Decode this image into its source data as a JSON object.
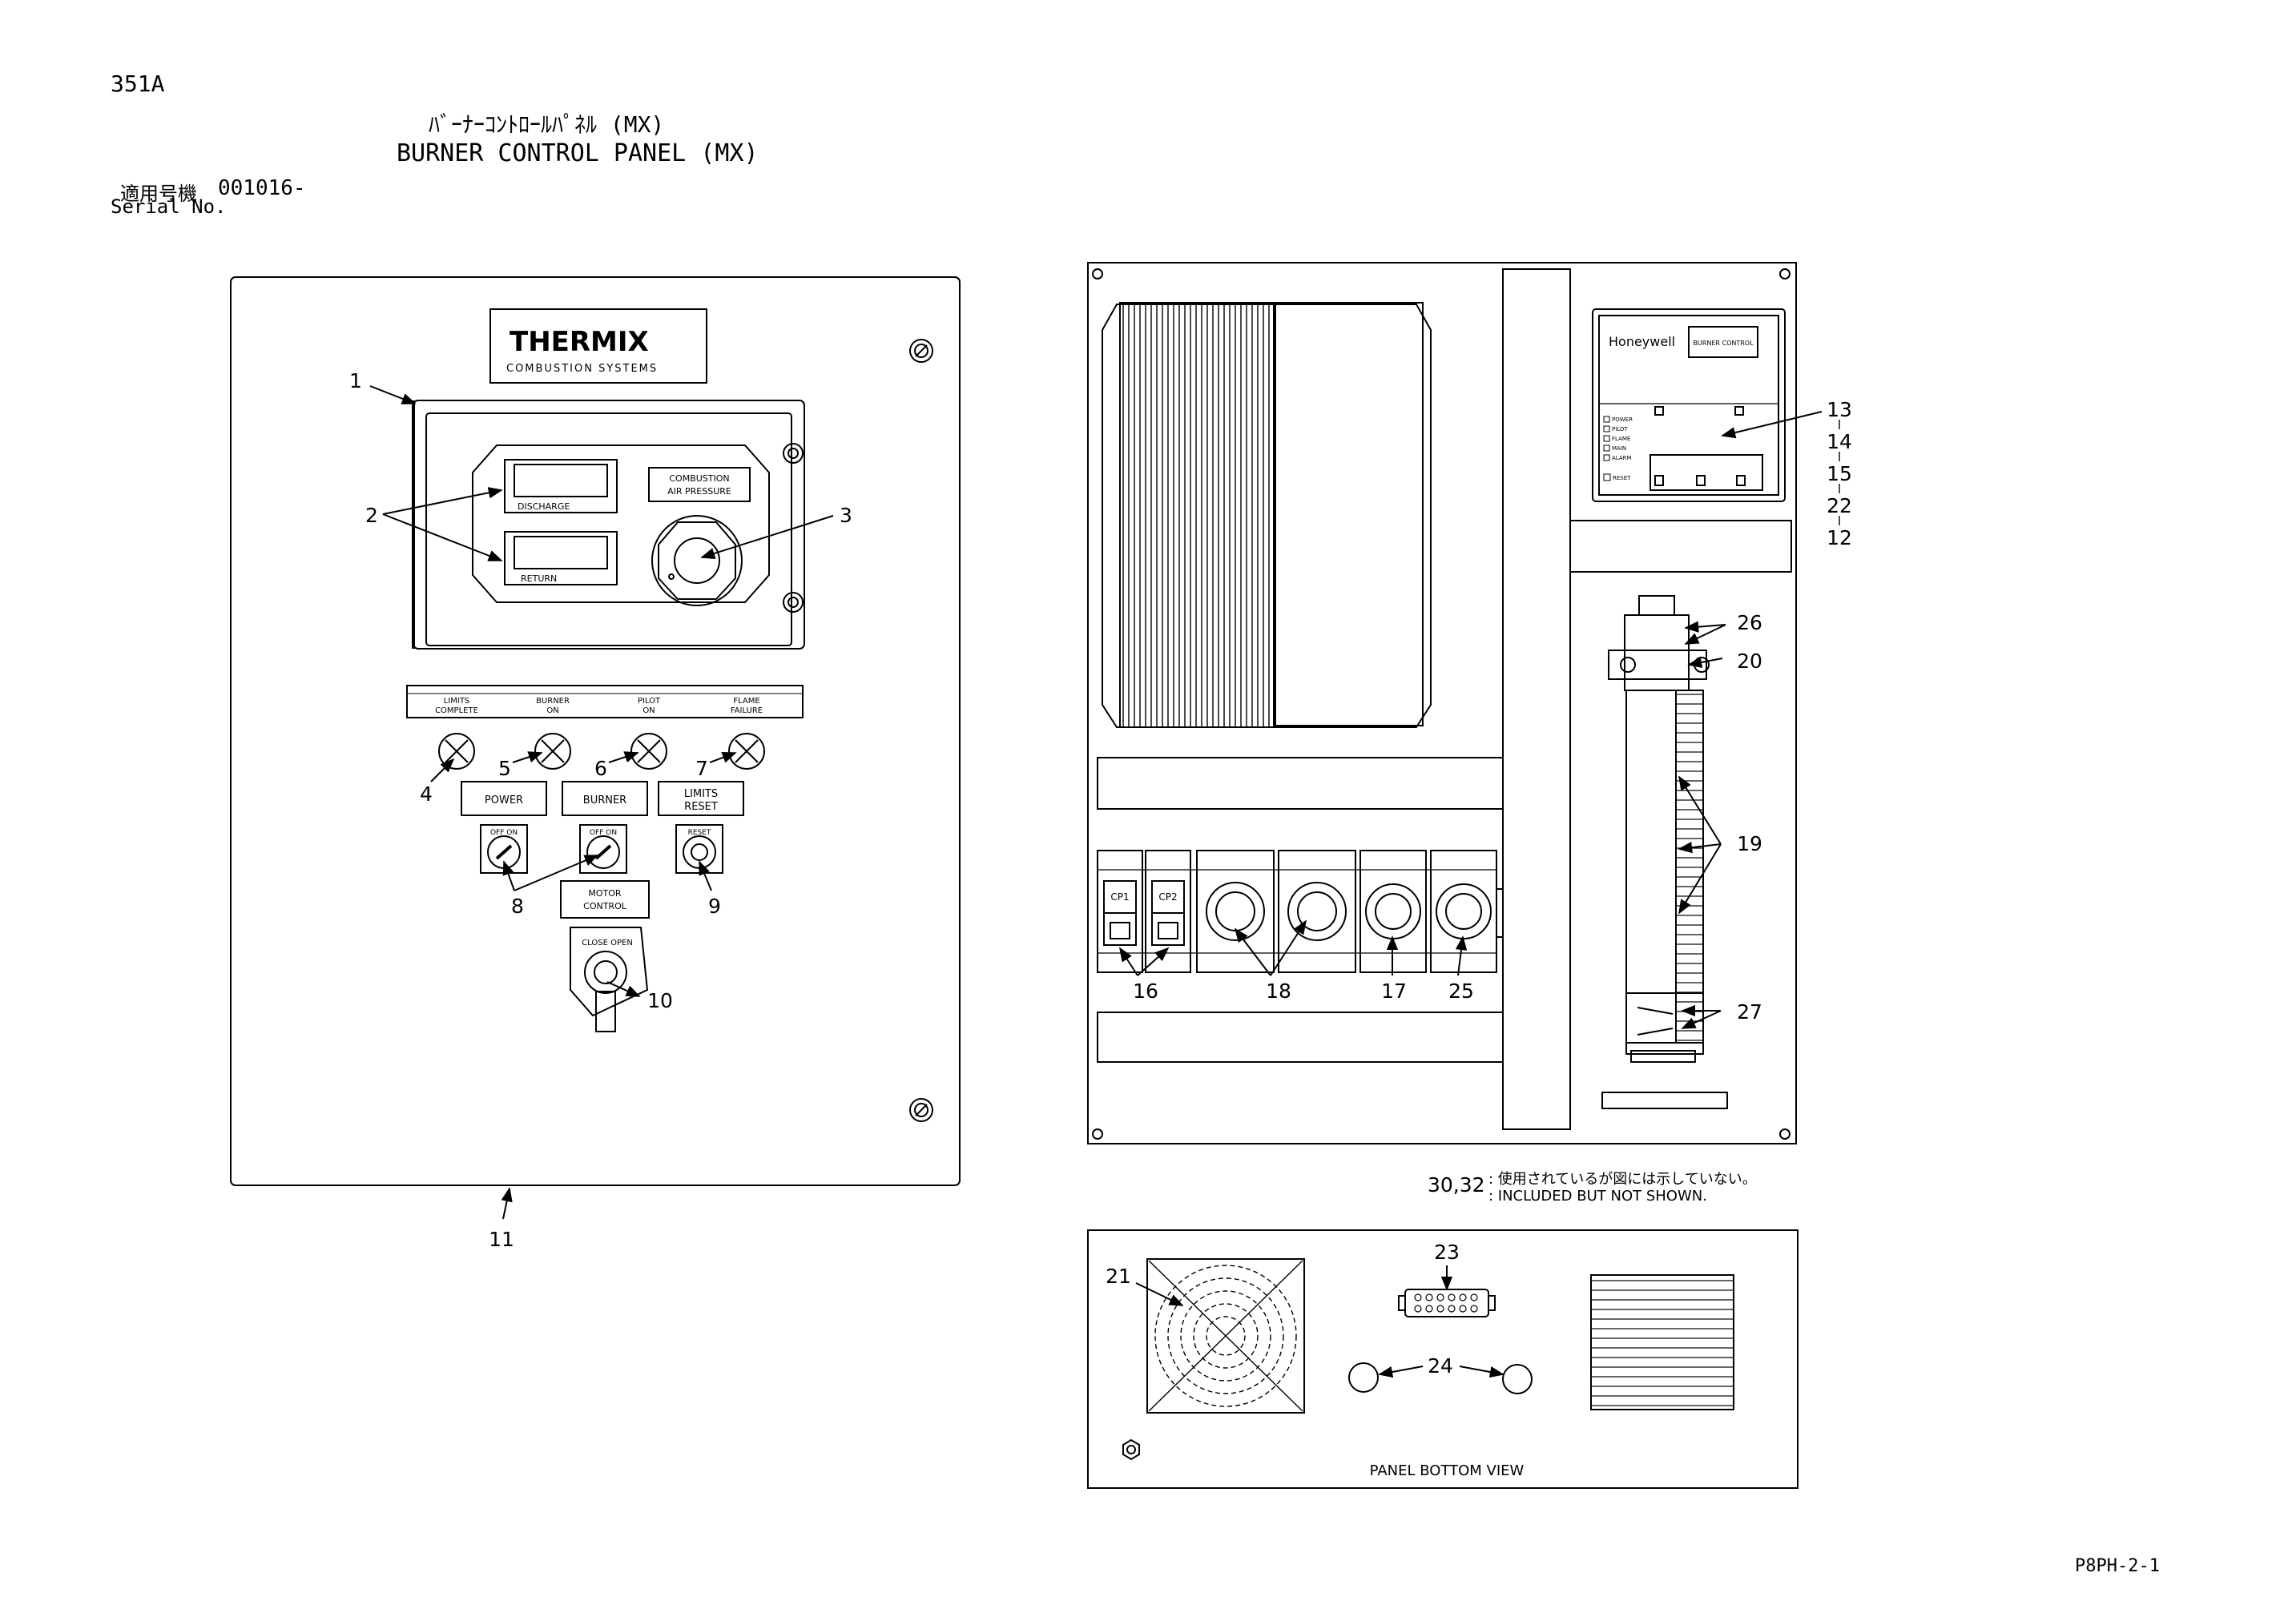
{
  "header": {
    "model": "351A",
    "title_jp": "ﾊﾞｰﾅｰｺﾝﾄﾛｰﾙﾊﾟﾈﾙ (MX)",
    "title_en": "BURNER CONTROL PANEL (MX)",
    "serial_jp": "適用号機",
    "serial_value": "001016-",
    "serial_en": "Serial No."
  },
  "front_panel": {
    "brand": "THERMIX",
    "brand_sub": "COMBUSTION SYSTEMS",
    "gauge_labels": [
      "DISCHARGE",
      "RETURN"
    ],
    "pressure_label_1": "COMBUSTION",
    "pressure_label_2": "AIR PRESSURE",
    "lamps": [
      {
        "l1": "LIMITS",
        "l2": "COMPLETE"
      },
      {
        "l1": "BURNER",
        "l2": "ON"
      },
      {
        "l1": "PILOT",
        "l2": "ON"
      },
      {
        "l1": "FLAME",
        "l2": "FAILURE"
      }
    ],
    "switches": [
      {
        "l1": "POWER",
        "l2": "",
        "pos": "OFF   ON"
      },
      {
        "l1": "BURNER",
        "l2": "",
        "pos": "OFF   ON"
      },
      {
        "l1": "LIMITS",
        "l2": "RESET",
        "pos": "RESET"
      }
    ],
    "motor_1": "MOTOR",
    "motor_2": "CONTROL",
    "motor_pos": "CLOSE  OPEN"
  },
  "interior": {
    "honeywell": "Honeywell",
    "burner_control": "BURNER CONTROL",
    "cb_labels": [
      "CP1",
      "CP2"
    ],
    "status_leds": [
      "POWER",
      "PILOT",
      "FLAME",
      "MAIN",
      "ALARM"
    ],
    "reset": "RESET"
  },
  "callouts": {
    "c1": "1",
    "c2": "2",
    "c3": "3",
    "c4": "4",
    "c5": "5",
    "c6": "6",
    "c7": "7",
    "c8": "8",
    "c9": "9",
    "c10": "10",
    "c11": "11",
    "c13": "13",
    "c14": "14",
    "c15": "15",
    "c22": "22",
    "c12": "12",
    "c26": "26",
    "c20": "20",
    "c19": "19",
    "c27": "27",
    "c16": "16",
    "c18": "18",
    "c17": "17",
    "c25": "25",
    "c21": "21",
    "c23": "23",
    "c24": "24"
  },
  "note": {
    "refs": "30,32",
    "jp": ": 使用されているが図には示していない。",
    "en": ": INCLUDED BUT NOT SHOWN."
  },
  "bottom_view_label": "PANEL BOTTOM VIEW",
  "page_code": "P8PH-2-1"
}
